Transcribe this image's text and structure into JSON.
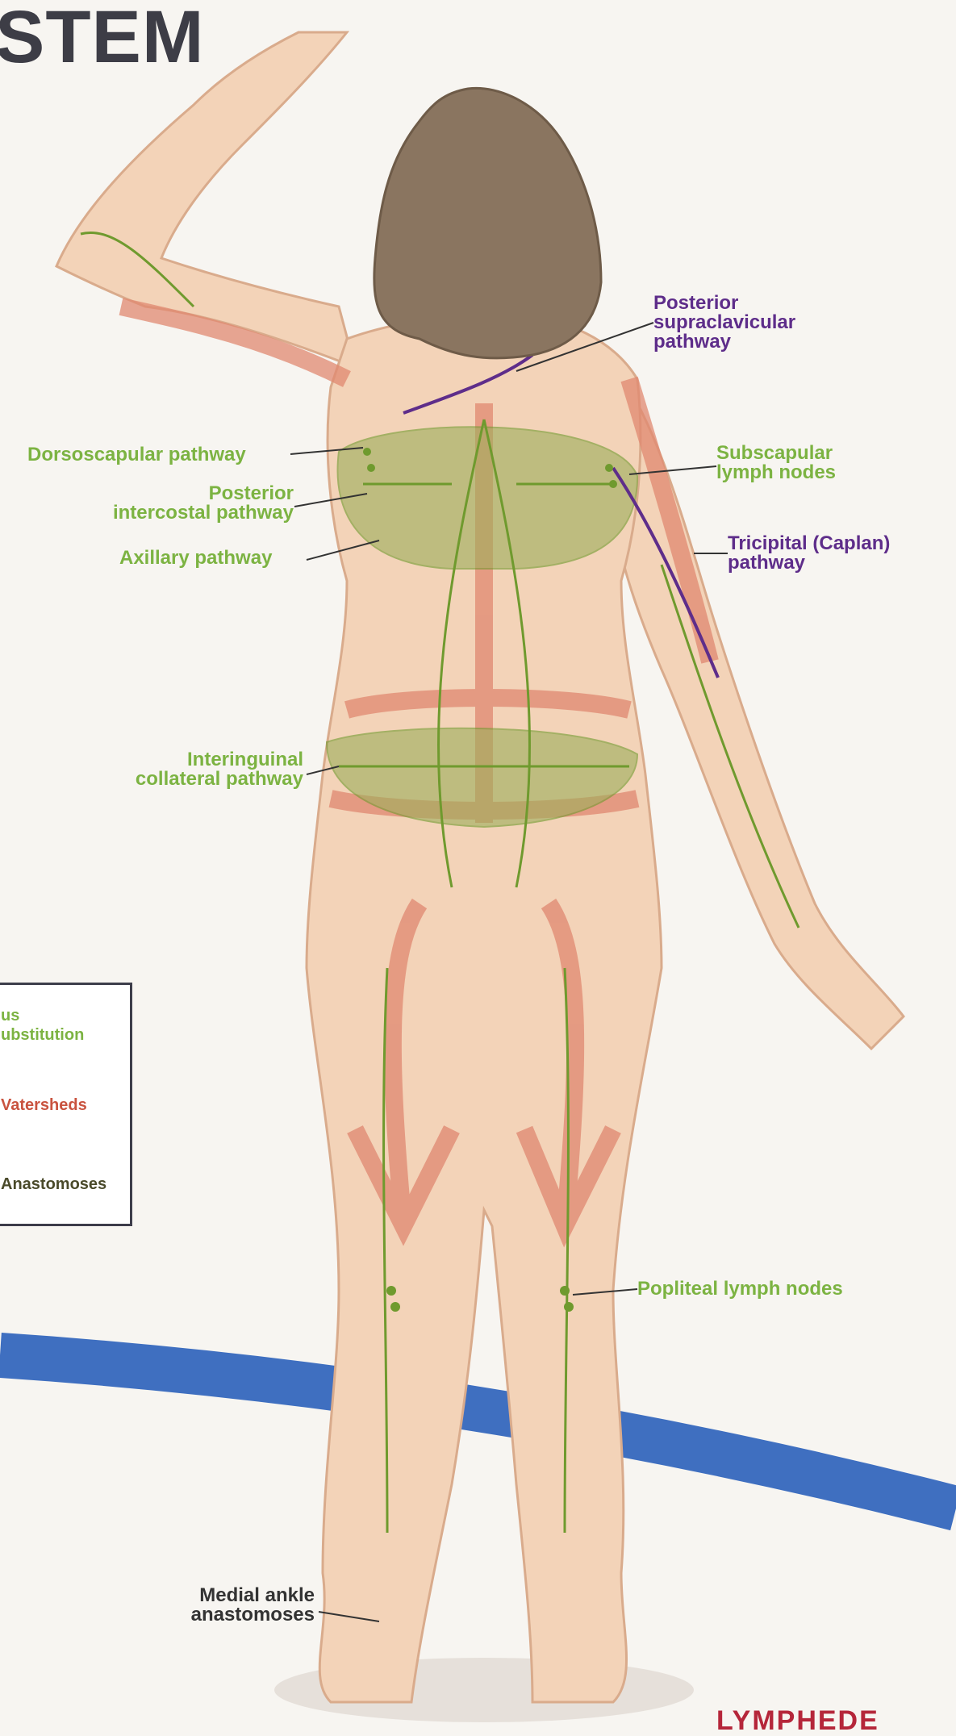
{
  "header": {
    "title": "STEM"
  },
  "labels": {
    "posterior_supraclavicular": [
      "Posterior",
      "supraclavicular",
      "pathway"
    ],
    "dorsoscapular": "Dorsoscapular pathway",
    "posterior_intercostal": [
      "Posterior",
      "intercostal pathway"
    ],
    "axillary": "Axillary pathway",
    "subscapular_nodes": [
      "Subscapular",
      "lymph nodes"
    ],
    "tricipital": [
      "Tricipital (Caplan)",
      "pathway"
    ],
    "interinguinal": [
      "Interinguinal",
      "collateral pathway"
    ],
    "popliteal_nodes": "Popliteal lymph nodes",
    "medial_ankle": [
      "Medial ankle",
      "anastomoses"
    ]
  },
  "legend": {
    "item1": [
      "us",
      "ubstitution"
    ],
    "item2": "Vatersheds",
    "item3": "Anastomoses"
  },
  "footer": {
    "brand": "LYMPHEDE"
  },
  "colors": {
    "green": "#7cb342",
    "purple": "#5e2d8a",
    "watershed": "#e08870",
    "skin": "#f3d3b8",
    "hair": "#8a7560",
    "blue_band": "#3f6fc0"
  }
}
